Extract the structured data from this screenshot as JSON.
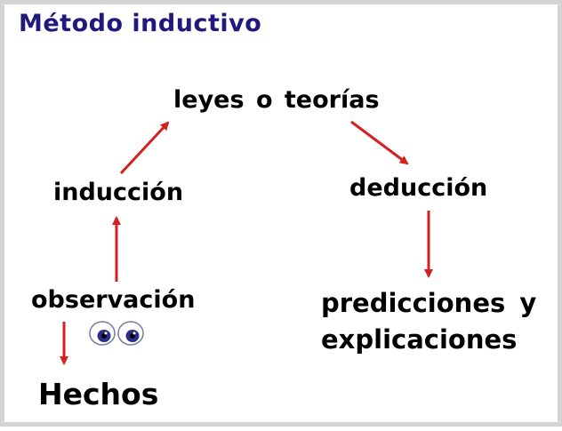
{
  "title": "Método inductivo",
  "nodes": {
    "leyes": "leyes o teorías",
    "induccion": "inducción",
    "deduccion": "deducción",
    "observacion": "observación",
    "predicciones_line1": "predicciones y",
    "predicciones_line2": "explicaciones",
    "hechos": "Hechos"
  },
  "colors": {
    "title": "#1f1a7c",
    "arrow": "#d42020",
    "text": "#000000",
    "border": "#d4d4d4",
    "eye_iris": "#2a2f8c"
  },
  "icons": {
    "eyes": "eyes-icon"
  }
}
